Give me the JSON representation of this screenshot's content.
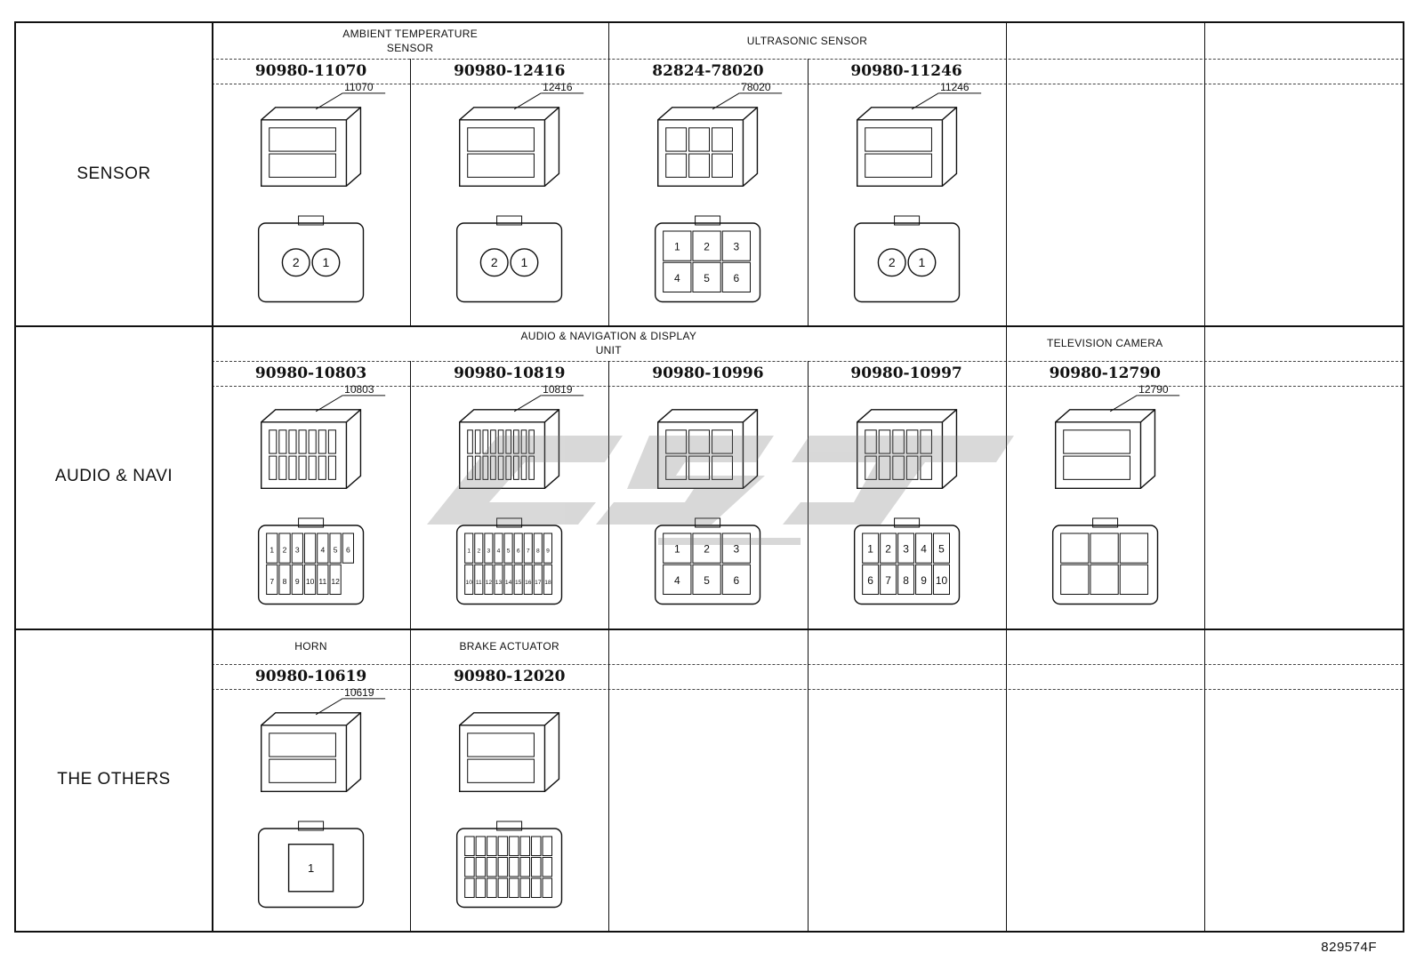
{
  "reference_code": "829574F",
  "rows": [
    {
      "category": "SENSOR",
      "groups": [
        {
          "label": "AMBIENT TEMPERATURE\nSENSOR",
          "span": 2
        },
        {
          "label": "ULTRASONIC SENSOR",
          "span": 2
        },
        {
          "label": "",
          "span": 1
        },
        {
          "label": "",
          "span": 1
        }
      ],
      "parts": [
        {
          "number": "90980-11070",
          "callout": "11070",
          "face": {
            "type": "round",
            "pins": [
              "2",
              "1"
            ]
          }
        },
        {
          "number": "90980-12416",
          "callout": "12416",
          "face": {
            "type": "round-small",
            "pins": [
              "2",
              "1"
            ]
          }
        },
        {
          "number": "82824-78020",
          "callout": "78020",
          "face": {
            "type": "grid",
            "pins": [
              "1",
              "2",
              "3",
              "4",
              "5",
              "6"
            ]
          }
        },
        {
          "number": "90980-11246",
          "callout": "11246",
          "face": {
            "type": "round-wide",
            "pins": [
              "2",
              "1"
            ]
          }
        },
        {
          "number": "",
          "callout": "",
          "face": null
        },
        {
          "number": "",
          "callout": "",
          "face": null
        }
      ]
    },
    {
      "category": "AUDIO & NAVI",
      "groups": [
        {
          "label": "AUDIO & NAVIGATION & DISPLAY\nUNIT",
          "span": 4
        },
        {
          "label": "TELEVISION CAMERA",
          "span": 1
        },
        {
          "label": "",
          "span": 1
        }
      ],
      "parts": [
        {
          "number": "90980-10803",
          "callout": "10803",
          "face": {
            "type": "grid",
            "pins": [
              "1",
              "2",
              "3",
              "",
              "4",
              "5",
              "6",
              "7",
              "8",
              "9",
              "10",
              "11",
              "12"
            ]
          }
        },
        {
          "number": "90980-10819",
          "callout": "10819",
          "face": {
            "type": "grid",
            "pins": [
              "1",
              "2",
              "3",
              "4",
              "5",
              "6",
              "7",
              "8",
              "9",
              "10",
              "11",
              "12",
              "13",
              "14",
              "15",
              "16",
              "17",
              "18"
            ]
          }
        },
        {
          "number": "90980-10996",
          "callout": "",
          "face": {
            "type": "grid",
            "pins": [
              "1",
              "2",
              "3",
              "4",
              "5",
              "6"
            ]
          }
        },
        {
          "number": "90980-10997",
          "callout": "",
          "face": {
            "type": "grid",
            "pins": [
              "1",
              "2",
              "3",
              "4",
              "5",
              "6",
              "7",
              "8",
              "9",
              "10"
            ]
          }
        },
        {
          "number": "90980-12790",
          "callout": "12790",
          "face": {
            "type": "grid",
            "pins": []
          }
        },
        {
          "number": "",
          "callout": "",
          "face": null
        }
      ]
    },
    {
      "category": "THE OTHERS",
      "groups": [
        {
          "label": "HORN",
          "span": 1
        },
        {
          "label": "BRAKE ACTUATOR",
          "span": 1
        },
        {
          "label": "",
          "span": 1
        },
        {
          "label": "",
          "span": 1
        },
        {
          "label": "",
          "span": 1
        },
        {
          "label": "",
          "span": 1
        }
      ],
      "parts": [
        {
          "number": "90980-10619",
          "callout": "10619",
          "face": {
            "type": "single",
            "pins": [
              "1"
            ]
          }
        },
        {
          "number": "90980-12020",
          "callout": "",
          "face": {
            "type": "multi",
            "pins": []
          }
        },
        {
          "number": "",
          "callout": "",
          "face": null
        },
        {
          "number": "",
          "callout": "",
          "face": null
        },
        {
          "number": "",
          "callout": "",
          "face": null
        },
        {
          "number": "",
          "callout": "",
          "face": null
        }
      ]
    }
  ]
}
